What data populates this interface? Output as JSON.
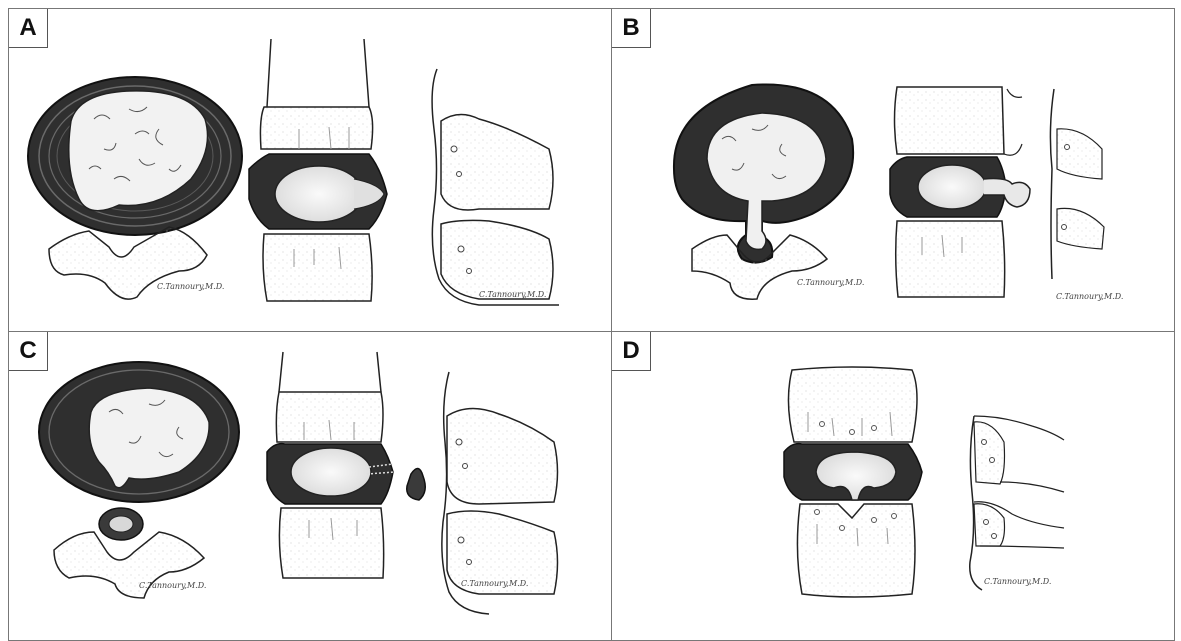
{
  "panels": [
    {
      "label": "A",
      "signatures": [
        "C.Tannoury,M.D.",
        "C.Tannoury,M.D."
      ]
    },
    {
      "label": "B",
      "signatures": [
        "C.Tannoury,M.D.",
        "C.Tannoury,M.D."
      ]
    },
    {
      "label": "C",
      "signatures": [
        "C.Tannoury,M.D.",
        "C.Tannoury,M.D."
      ]
    },
    {
      "label": "D",
      "signatures": [
        "C.Tannoury,M.D."
      ]
    }
  ],
  "colors": {
    "annulus": "#3a3a3a",
    "nucleus": "#f0f0f0",
    "bone": "#fafafa",
    "outline": "#222222",
    "border": "#777777"
  }
}
